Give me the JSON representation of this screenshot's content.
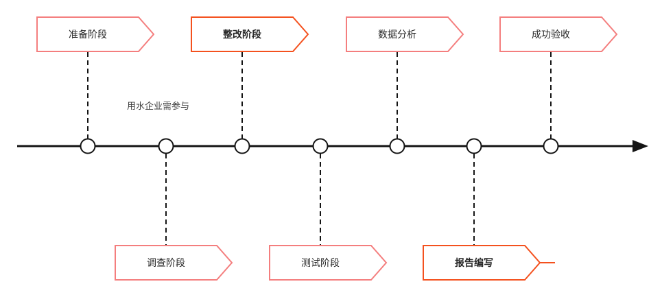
{
  "diagram": {
    "type": "timeline-flow",
    "annotation": {
      "text": "用水企业需参与"
    },
    "colors": {
      "axis": "#141414",
      "node_fill": "#ffffff",
      "default_border": "#f47e7e",
      "highlight_border": "#f4511e",
      "label_text": "#262626",
      "annotation_text": "#404040"
    },
    "nodes": [
      {
        "label": "准备阶段",
        "side": "top",
        "highlighted": false
      },
      {
        "label": "调查阶段",
        "side": "bottom",
        "highlighted": false
      },
      {
        "label": "整改阶段",
        "side": "top",
        "highlighted": true
      },
      {
        "label": "测试阶段",
        "side": "bottom",
        "highlighted": false
      },
      {
        "label": "数据分析",
        "side": "top",
        "highlighted": false
      },
      {
        "label": "报告编写",
        "side": "bottom",
        "highlighted": true
      },
      {
        "label": "成功验收",
        "side": "top",
        "highlighted": false
      }
    ]
  }
}
